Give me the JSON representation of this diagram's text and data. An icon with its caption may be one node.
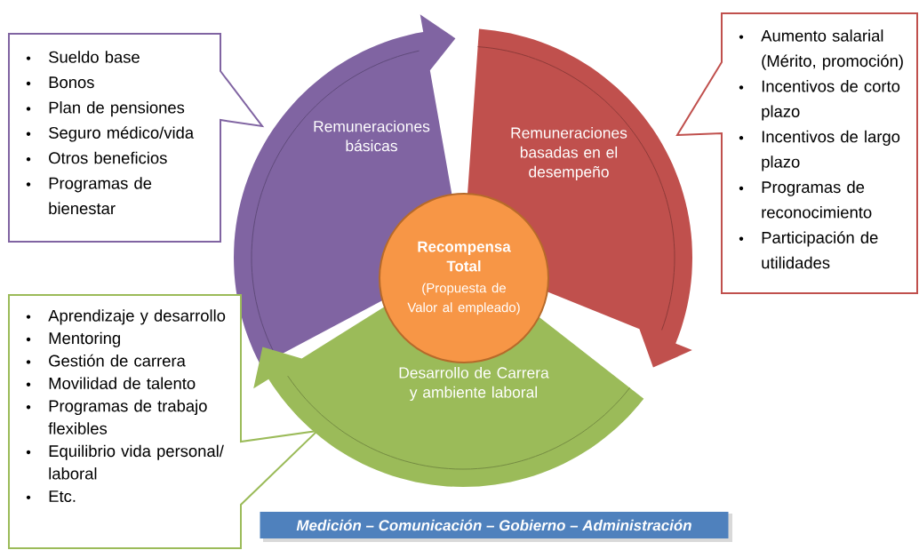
{
  "diagram": {
    "nodes": [
      {
        "text": [
          "Remuneraciones básicas"
        ]
      },
      {
        "text": [
          "Remuneraciones basadas en el desempeño"
        ]
      },
      {
        "text": [
          "Desarrollo de Carrera y ambiente laboral"
        ]
      },
      {
        "text": [
          "Recompensa Total",
          "(Propuesta de Valor al empleado)"
        ]
      },
      {
        "text": [
          "Sueldo base",
          "Bonos",
          "Plan de pensiones",
          "Seguro médico/vida",
          "Otros beneficios",
          "Programas de bienestar"
        ]
      },
      {
        "text": [
          "Aumento salarial (Mérito, promoción)",
          "Incentivos de corto plazo",
          "Incentivos de largo plazo",
          "Programas de reconocimiento",
          "Participación de utilidades"
        ]
      },
      {
        "text": [
          "Aprendizaje y desarrollo",
          "Mentoring",
          "Gestión de carrera",
          "Movilidad de talento",
          "Programas de trabajo flexibles",
          "Equilibrio vida personal/ laboral",
          "Etc."
        ]
      },
      {
        "text": [
          "Medición – Comunicación – Gobierno – Administración"
        ]
      }
    ]
  }
}
